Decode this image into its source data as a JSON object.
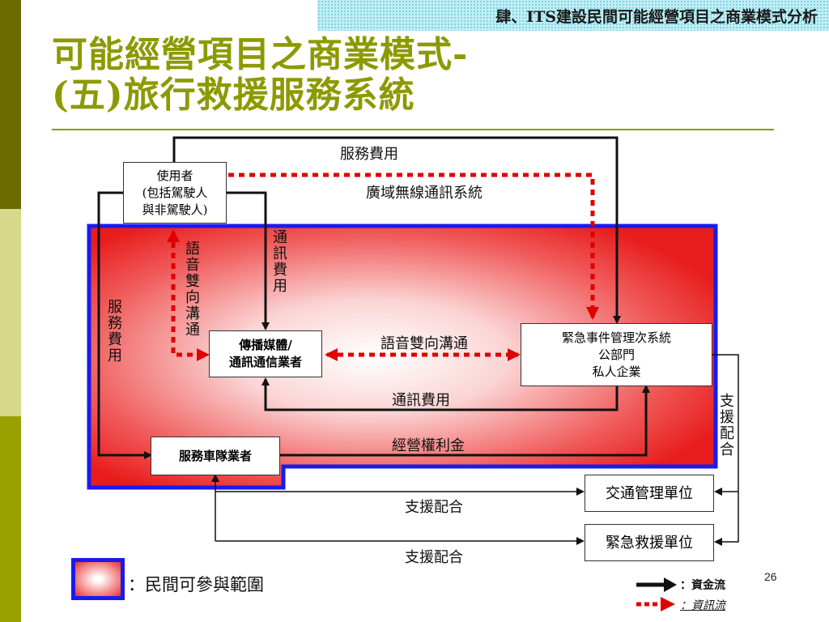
{
  "header": {
    "text": "肆、ITS建設民間可能經營項目之商業模式分析"
  },
  "title": {
    "line1": "可能經營項目之商業模式-",
    "line2": "(五)旅行救援服務系統"
  },
  "colors": {
    "accent": "#8c9a00",
    "region_border": "#1a1aee",
    "region_fill": "#e83a3a",
    "info_flow": "#e00000",
    "money_flow": "#111111"
  },
  "nodes": {
    "user": [
      "使用者",
      "(包括駕駛人",
      "與非駕駛人)"
    ],
    "media": [
      "傳播媒體/",
      "通訊通信業者"
    ],
    "emergency": [
      "緊急事件管理次系統",
      "公部門",
      "私人企業"
    ],
    "fleet": [
      "服務車隊業者"
    ],
    "traffic": [
      "交通管理單位"
    ],
    "rescue": [
      "緊急救援單位"
    ]
  },
  "labels": {
    "service_fee_top": "服務費用",
    "wide_area": "廣域無線通訊系統",
    "voice_vertical": "語音雙向溝通",
    "comm_fee_vertical": "通訊費用",
    "service_fee_vertical": "服務費用",
    "voice_horizontal": "語音雙向溝通",
    "comm_fee_horizontal": "通訊費用",
    "royalty": "經營權利金",
    "support_vertical": "支援配合",
    "support_1": "支援配合",
    "support_2": "支援配合"
  },
  "legend": {
    "region": "：民間可參與範圍",
    "money": "：資金流",
    "info": "：資訊流"
  },
  "page_number": "26"
}
